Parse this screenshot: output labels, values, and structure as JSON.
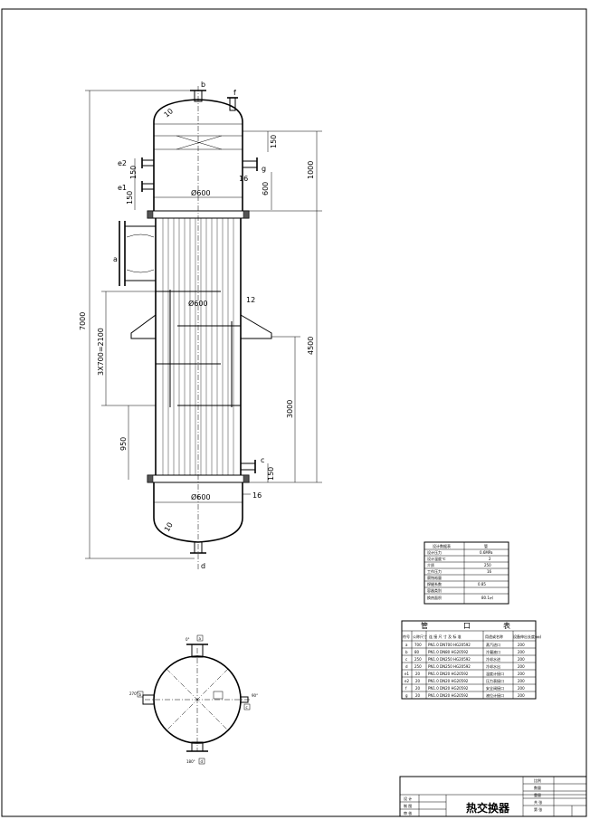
{
  "drawing": {
    "title": "热交换器",
    "dimensions": {
      "total_height": "7000",
      "top_150": "150",
      "top_1000": "1000",
      "top_600": "600",
      "shell_4500": "4500",
      "baffle_3000": "3000",
      "pitch_3x700": "3X700=2100",
      "bottom_950": "950",
      "bottom_150": "150",
      "left_150a": "150",
      "left_150b": "150",
      "dia_top": "Ø600",
      "dia_mid": "Ø600",
      "dia_bottom": "Ø600",
      "thk_16_top": "16",
      "thk_12": "12",
      "thk_16_bottom": "16",
      "head_top": "10",
      "head_bottom": "10"
    },
    "nozzle_labels": {
      "a": "a",
      "b": "b",
      "c": "c",
      "d": "d",
      "e1": "e1",
      "e2": "e2",
      "f": "f",
      "g": "g"
    },
    "plan_view": {
      "angle_0": "0°",
      "angle_90": "90°",
      "angle_180": "180°",
      "angle_270": "270°",
      "tag_a": "a",
      "tag_b": "b",
      "tag_c": "c",
      "tag_d": "d"
    }
  },
  "design_table": {
    "header": [
      "设计数据表",
      "管"
    ],
    "rows": [
      [
        "设计压力",
        "0.6MPa"
      ],
      [
        "设计温度℃",
        "2"
      ],
      [
        "介质",
        "250"
      ],
      [
        "工作压力",
        "16"
      ],
      [
        "腐蚀裕量",
        ""
      ],
      [
        "焊缝系数",
        "0.85"
      ],
      [
        "容器类别",
        ""
      ],
      [
        "换热面积",
        "80.1㎡"
      ]
    ]
  },
  "nozzle_table": {
    "title_left": "管",
    "title_right": "口",
    "title_end": "表",
    "columns": [
      "符号",
      "公称尺寸",
      "连 接 尺 寸 及 标 准",
      "用途或名称",
      "设备伸出长度(㎜)"
    ],
    "rows": [
      [
        "a",
        "700",
        "PN1.0 DN700 HG20592",
        "蒸汽进口",
        "200"
      ],
      [
        "b",
        "80",
        "PN1.0 DN80 HG20592",
        "冷凝液口",
        "200"
      ],
      [
        "c",
        "250",
        "PN1.0 DN250 HG20592",
        "冷却水进",
        "200"
      ],
      [
        "d",
        "250",
        "PN1.0 DN250 HG20592",
        "冷却水出",
        "200"
      ],
      [
        "e1",
        "20",
        "PN1.0 DN20 HG20592",
        "温度计接口",
        "200"
      ],
      [
        "e2",
        "20",
        "PN1.0 DN20 HG20592",
        "压力表接口",
        "200"
      ],
      [
        "f",
        "20",
        "PN1.0 DN20 HG20592",
        "安全阀接口",
        "200"
      ],
      [
        "g",
        "20",
        "PN1.0 DN20 HG20592",
        "液位计接口",
        "200"
      ]
    ]
  },
  "title_block": {
    "cells_left": [
      "设 计",
      "制 图",
      "审 核"
    ],
    "cells_right": [
      "比例",
      "数量",
      "重量",
      "共 张",
      "第 张"
    ],
    "title": "热交换器"
  }
}
